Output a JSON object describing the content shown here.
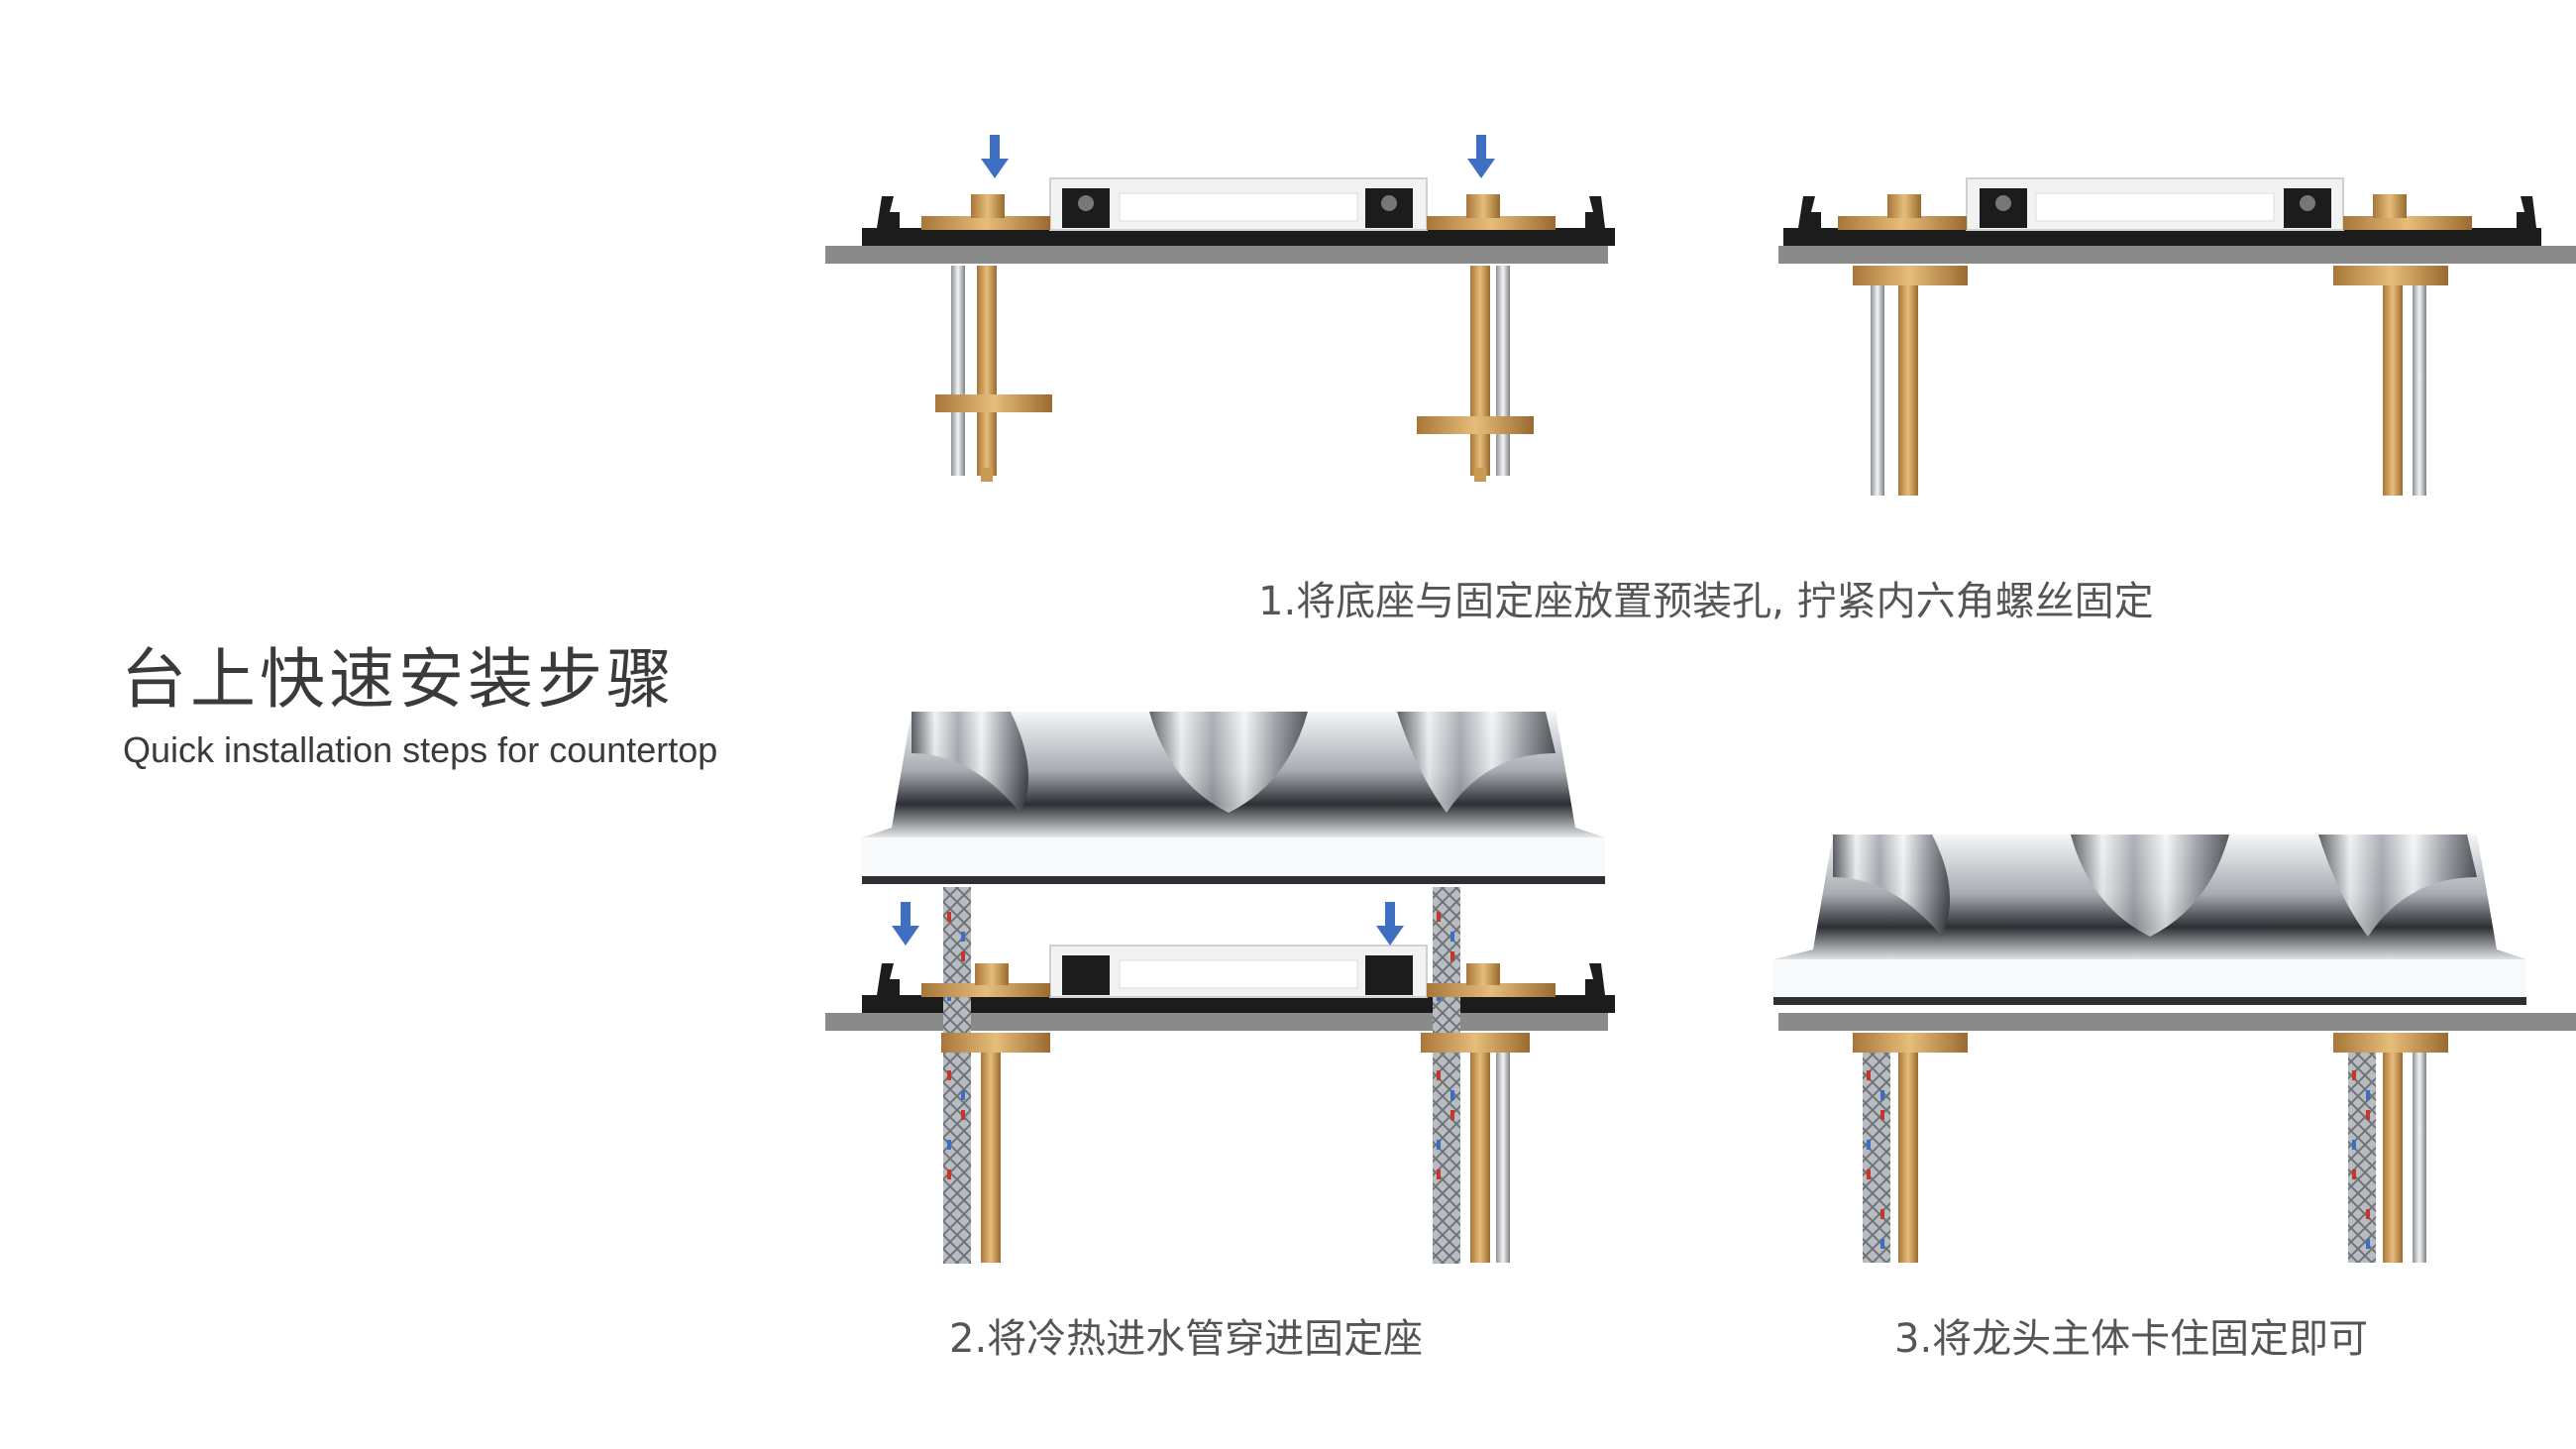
{
  "heading": {
    "title": "台上快速安装步骤",
    "subtitle": "Quick installation steps for countertop"
  },
  "steps": [
    {
      "caption": "1.将底座与固定座放置预装孔, 拧紧内六角螺丝固定"
    },
    {
      "caption": "2.将冷热进水管穿进固定座"
    },
    {
      "caption": "3.将龙头主体卡住固定即可"
    }
  ],
  "colors": {
    "countertop": "#8a8a8a",
    "base": "#1c1c1c",
    "brass": "#c89a52",
    "arrow": "#3e6fc2",
    "chrome": "#d9dde2",
    "hose_red": "#c0392b",
    "hose_blue": "#3d6fc0"
  },
  "icons": [
    "arrow-down-icon"
  ]
}
